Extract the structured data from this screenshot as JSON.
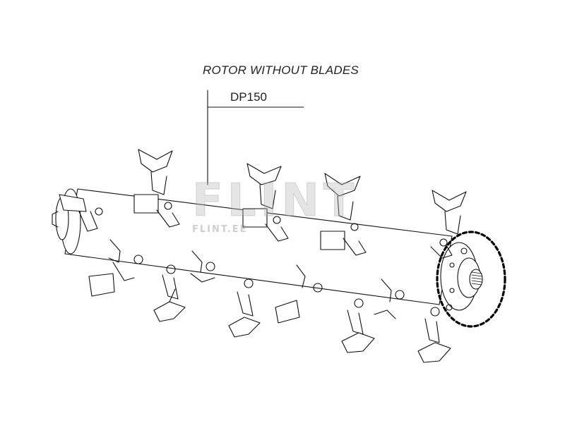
{
  "diagram": {
    "heading": "ROTOR WITHOUT BLADES",
    "model_label": "DP150",
    "watermark": {
      "brand": "FLINT",
      "url": "FLINT.EE"
    },
    "highlight": {
      "style": "dashed-circle",
      "color": "#000000"
    },
    "line_color": "#111111"
  }
}
